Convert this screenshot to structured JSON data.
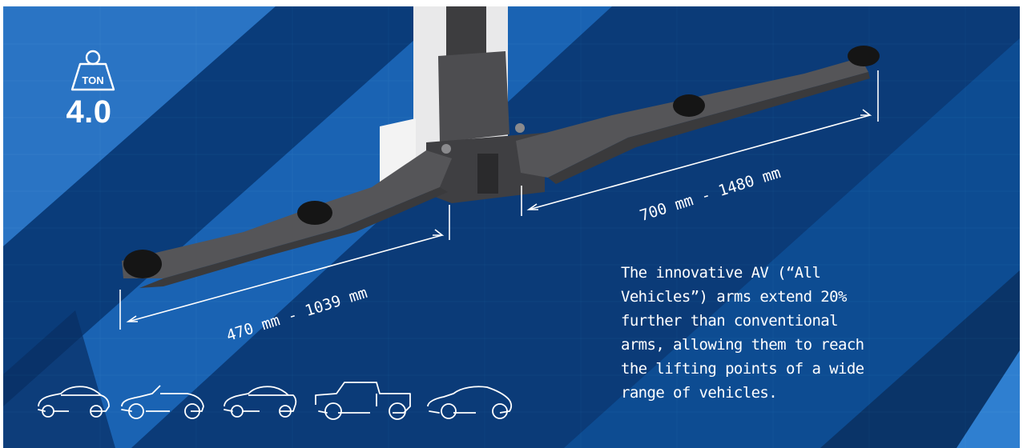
{
  "capacity": {
    "unit": "TON",
    "value": "4.0"
  },
  "dimensions": {
    "front_arm_range": "470 mm - 1039 mm",
    "rear_arm_range": "700 mm - 1480 mm"
  },
  "description": "The innovative AV (“All Vehicles”) arms extend 20% further than conventional arms, allowing them to reach the lifting points of a wide range of vehicles.",
  "vehicle_icons": [
    "coupe-icon",
    "convertible-icon",
    "sedan-icon",
    "pickup-truck-icon",
    "sports-car-icon"
  ],
  "colors": {
    "background_dark": "#0a2f66",
    "background_mid": "#0f4f97",
    "background_light": "#2f7fd0",
    "arm_gray": "#4a4a4c",
    "column_white": "#eeeeee",
    "text": "#ffffff"
  }
}
